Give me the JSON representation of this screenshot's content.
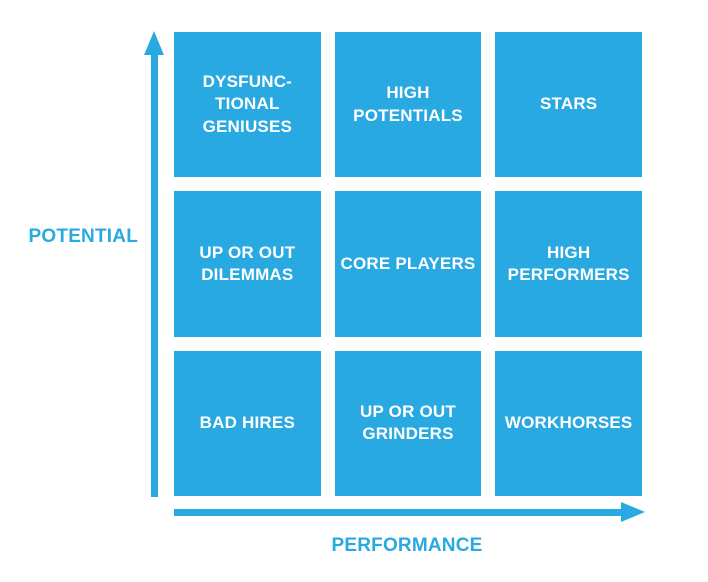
{
  "colors": {
    "accent_blue": "#29A9E1",
    "cell_text": "#FFFFFF"
  },
  "axes": {
    "y_label": "POTENTIAL",
    "x_label": "PERFORMANCE"
  },
  "matrix": {
    "cells": [
      {
        "label": "DYSFUNC-\nTIONAL\nGENIUSES"
      },
      {
        "label": "HIGH\nPOTENTIALS"
      },
      {
        "label": "STARS"
      },
      {
        "label": "UP OR OUT\nDILEMMAS"
      },
      {
        "label": "CORE PLAYERS"
      },
      {
        "label": "HIGH\nPERFORMERS"
      },
      {
        "label": "BAD HIRES"
      },
      {
        "label": "UP OR OUT\nGRINDERS"
      },
      {
        "label": "WORKHORSES"
      }
    ]
  }
}
